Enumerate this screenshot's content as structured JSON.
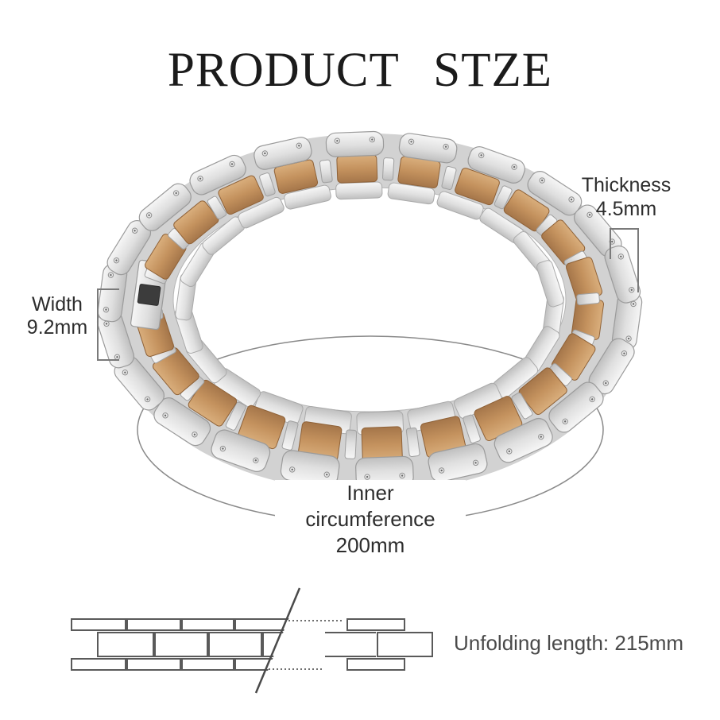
{
  "title": "PRODUCT STZE",
  "figure": {
    "type": "bracelet-photo",
    "subject": "wood-and-stainless-steel-link-bracelet"
  },
  "annotations": {
    "thickness": {
      "label": "Thickness",
      "value": "4.5mm"
    },
    "width": {
      "label": "Width",
      "value": "9.2mm"
    },
    "inner_circumference": {
      "lines": [
        "Inner",
        "circumference",
        "200mm"
      ]
    },
    "unfolding_length": {
      "text": "Unfolding length: 215mm"
    }
  },
  "colors": {
    "background": "#ffffff",
    "title_text": "#1b1b1b",
    "annotation_text": "#2d2d2d",
    "secondary_text": "#4a4a4a",
    "measure_line": "#7a7a7a",
    "drawing_line": "#5a5a5a",
    "steel_light": "#f6f6f6",
    "steel_mid": "#dfdfdf",
    "steel_shadow": "#bfbfbf",
    "steel_edge": "#9b9b9b",
    "wood_light": "#d9ae7c",
    "wood_mid": "#c4925e",
    "wood_dark": "#a5764a",
    "wood_edge": "#8f6238",
    "clasp_dark": "#3c3c3c"
  }
}
